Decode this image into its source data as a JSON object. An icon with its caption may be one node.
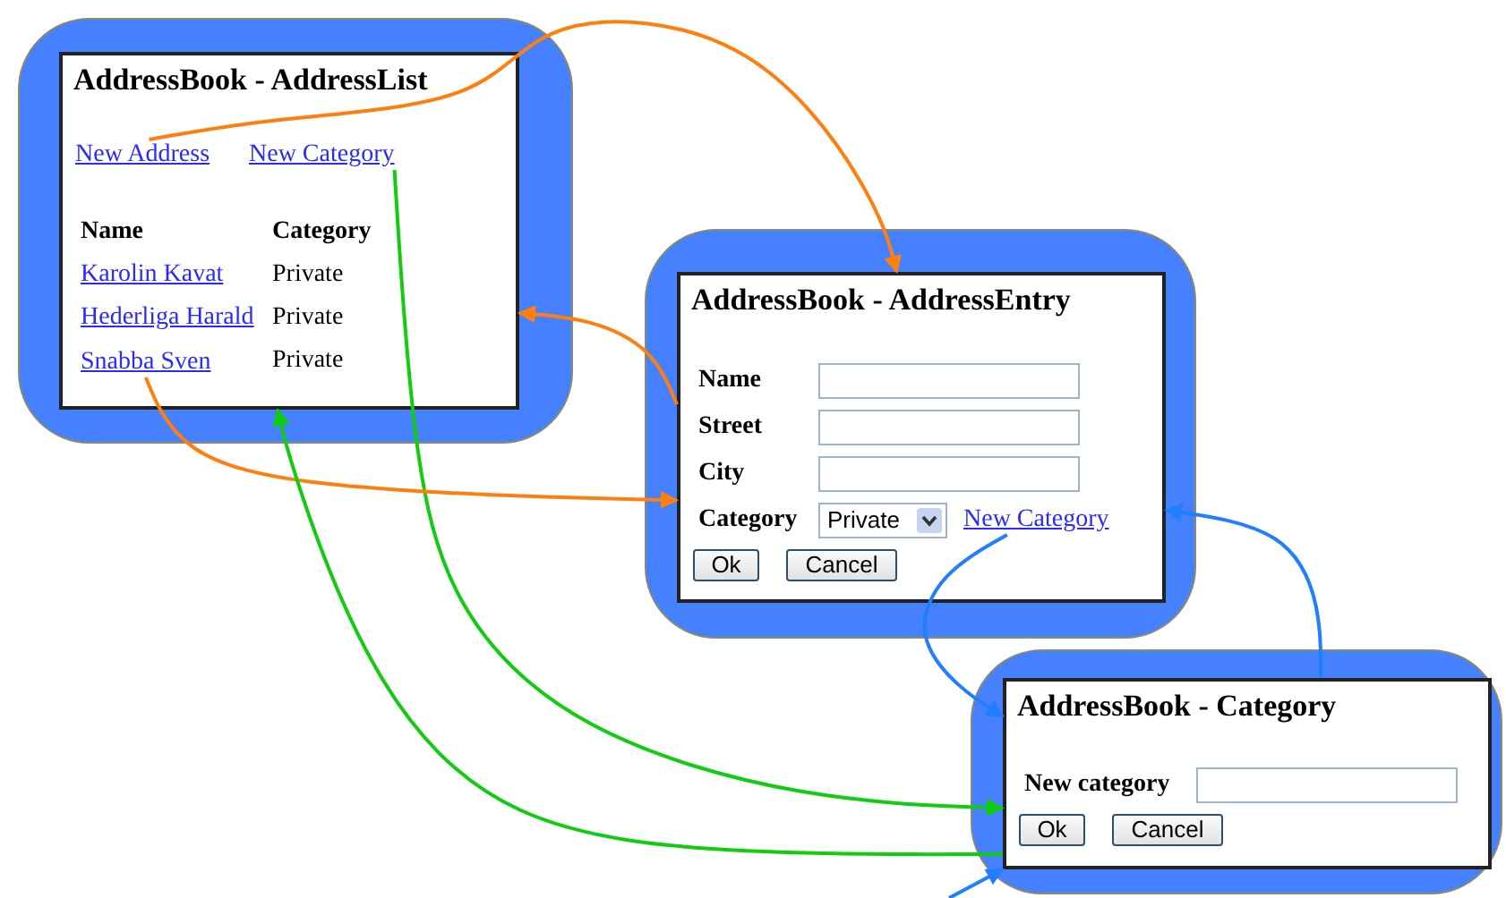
{
  "diagram": {
    "nodes": [
      {
        "text": [
          "AddressBook - AddressList"
        ]
      },
      {
        "text": [
          "New Address"
        ],
        "in": 0
      },
      {
        "text": [
          "New Category"
        ],
        "in": 0
      },
      {
        "text": [
          "Snabba Sven"
        ],
        "in": 0
      },
      {
        "text": [
          "AddressBook - AddressEntry"
        ]
      },
      {
        "text": [],
        "shape": "box",
        "in": 4
      },
      {
        "text": [],
        "shape": "box",
        "in": 4
      },
      {
        "text": [],
        "shape": "box",
        "in": 4
      },
      {
        "text": [
          "Private"
        ],
        "in": 4
      },
      {
        "text": [
          "New Category"
        ],
        "in": 4
      },
      {
        "text": [
          "Ok"
        ],
        "in": 4
      },
      {
        "text": [
          "Cancel"
        ],
        "in": 4
      },
      {
        "text": [
          "AddressBook - Category"
        ]
      },
      {
        "text": [],
        "shape": "box",
        "in": 12
      },
      {
        "text": [
          "Ok"
        ],
        "in": 12
      },
      {
        "text": [
          "Cancel"
        ],
        "in": 12
      }
    ],
    "edges": [
      {
        "from": 1,
        "to": 4,
        "arrow": "to",
        "color": "#ff7f0e"
      },
      {
        "from": 2,
        "to": 12,
        "arrow": "to",
        "color": "#11cc11"
      },
      {
        "from": 3,
        "to": 4,
        "arrow": "to",
        "color": "#ff7f0e"
      },
      {
        "from": 4,
        "to": 0,
        "arrow": "to",
        "color": "#ff7f0e"
      },
      {
        "from": 9,
        "to": 12,
        "arrow": "to",
        "color": "#1f7fff"
      },
      {
        "from": 12,
        "to": 4,
        "arrow": "to",
        "color": "#1f7fff"
      },
      {
        "from": 12,
        "to": 0,
        "arrow": "to",
        "color": "#11cc11"
      },
      {
        "from": null,
        "to": 12,
        "arrow": "to",
        "color": "#1f7fff"
      }
    ],
    "labels": [
      "Name",
      "Category",
      "Karolin Kavat",
      "Private",
      "Hederliga Harald",
      "Private",
      "Private",
      "Name",
      "Street",
      "City",
      "Category",
      "New category"
    ]
  }
}
